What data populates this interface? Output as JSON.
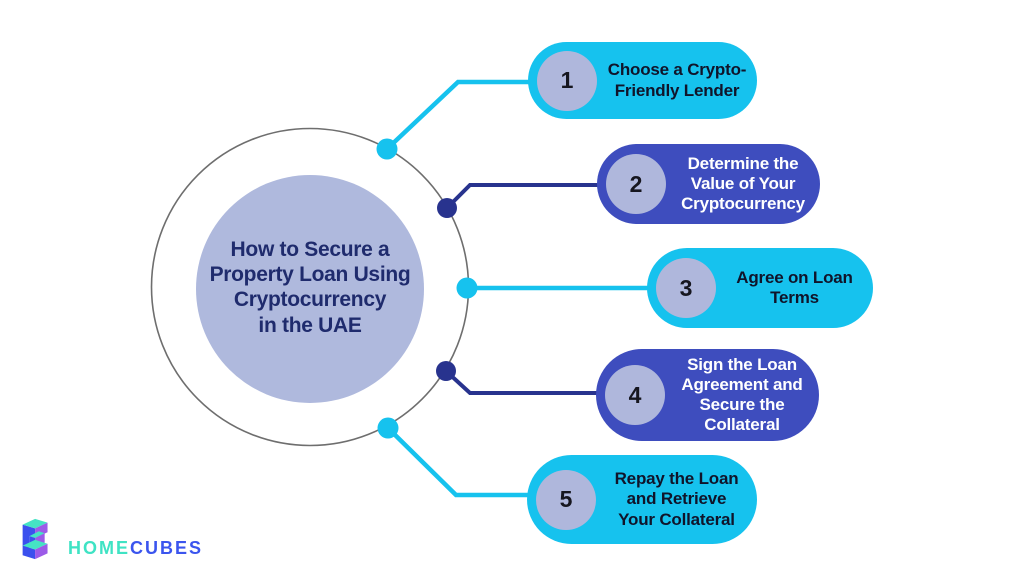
{
  "infographic": {
    "title": "How to Secure a Property Loan Using Cryptocurrency in the UAE",
    "title_lines": [
      "How to Secure a",
      "Property Loan Using",
      "Cryptocurrency",
      "in the UAE"
    ],
    "steps": [
      {
        "number": "1",
        "label": "Choose a Crypto-Friendly Lender",
        "style": "cyan"
      },
      {
        "number": "2",
        "label": "Determine the Value of Your Cryptocurrency",
        "style": "navy"
      },
      {
        "number": "3",
        "label": "Agree on Loan Terms",
        "style": "cyan"
      },
      {
        "number": "4",
        "label": "Sign the Loan Agreement and Secure the Collateral",
        "style": "navy"
      },
      {
        "number": "5",
        "label": "Repay the Loan and Retrieve Your Collateral",
        "style": "cyan"
      }
    ],
    "colors": {
      "cyan": "#16C2EE",
      "navy_pill": "#3E4DBE",
      "navy_connector": "#28338E",
      "lavender": "#AFB7DC",
      "title_text": "#1F2B6D",
      "dark_text": "#10142A",
      "ring_stroke": "#6E6E6E"
    },
    "logo": {
      "mark_icon": "homecubes-cube-mark",
      "word_home": "HOME",
      "word_cubes": "CUBES",
      "home_color": "#3FE3C4",
      "cubes_color": "#3B55EE"
    }
  }
}
